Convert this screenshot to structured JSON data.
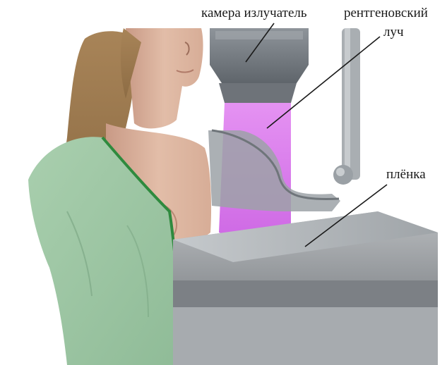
{
  "labels": {
    "camera": "камера излучатель",
    "ray_line1": "рентгеновский",
    "ray_line2": "луч",
    "film": "плёнка"
  }
}
